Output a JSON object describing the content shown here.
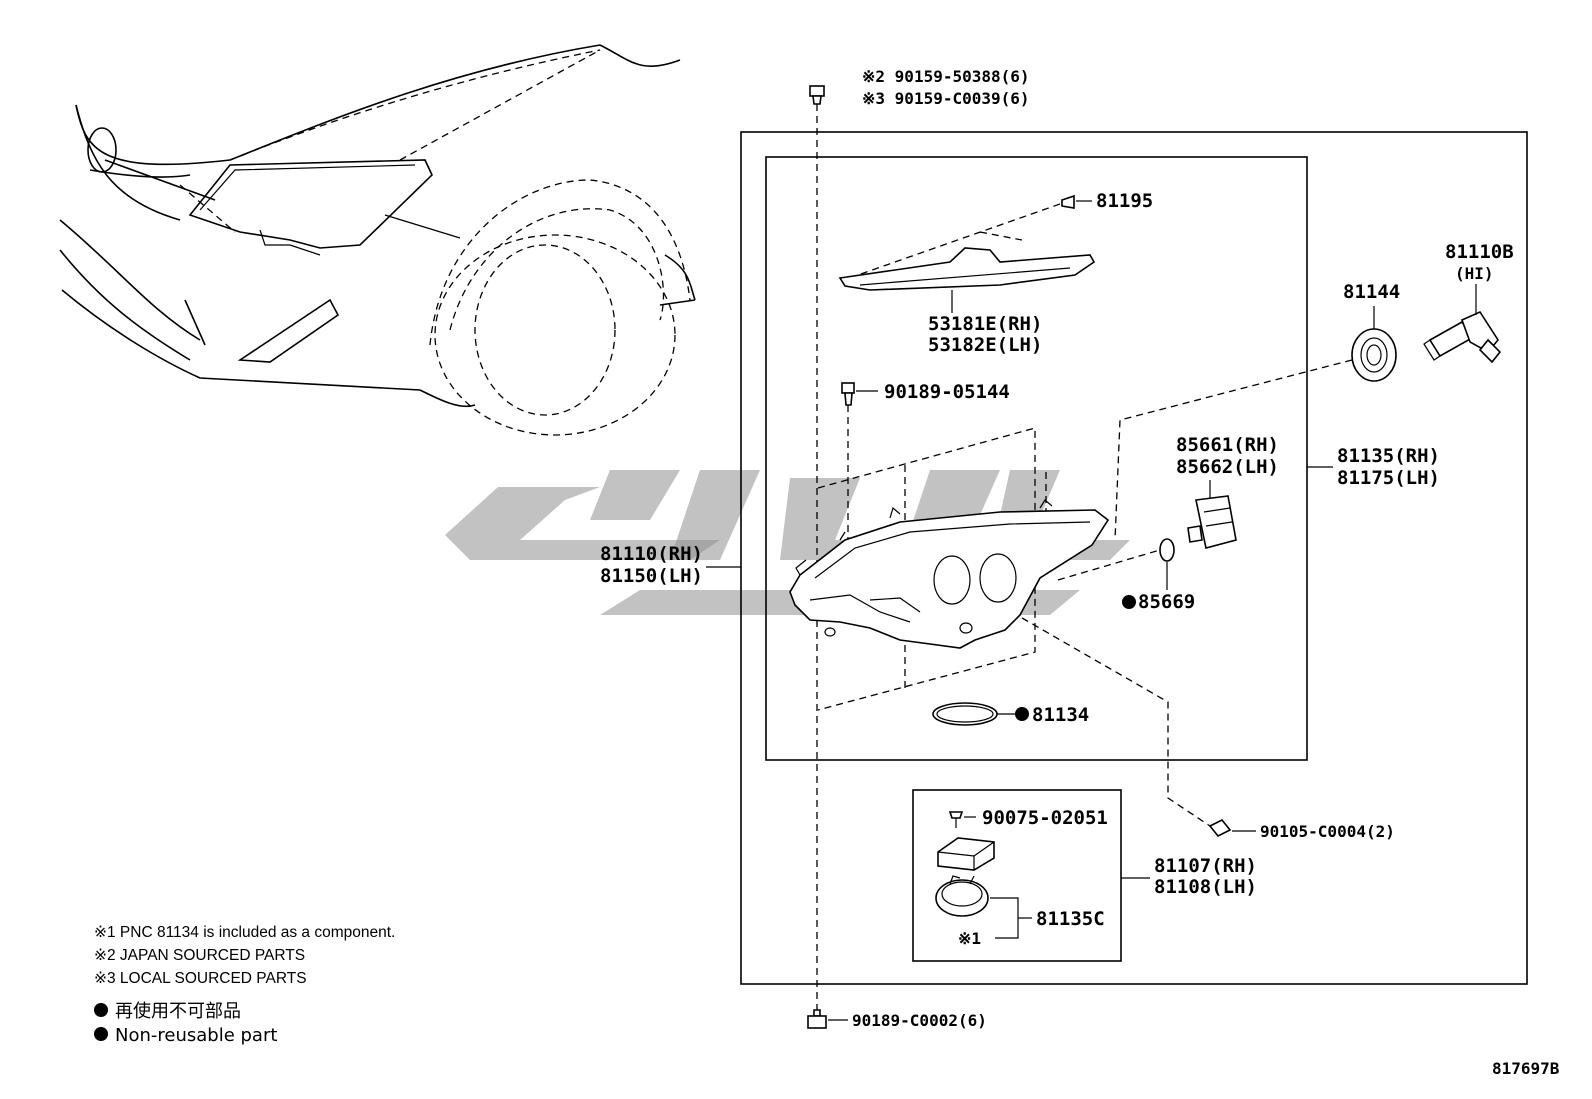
{
  "parts": {
    "bolt_top_jp": "※2 90159-50388(6)",
    "bolt_top_local": "※3 90159-C0039(6)",
    "clip_81195": "81195",
    "cover_rh": "53181E(RH)",
    "cover_lh": "53182E(LH)",
    "screw_90189": "90189-05144",
    "bulb": "81110B",
    "bulb_sub": "(HI)",
    "cap_81144": "81144",
    "motor_rh": "85661(RH)",
    "motor_lh": "85662(LH)",
    "unit_rh": "81135(RH)",
    "unit_lh": "81175(LH)",
    "assy_rh": "81110(RH)",
    "assy_lh": "81150(LH)",
    "oring": "85669",
    "gasket": "81134",
    "screw_90075": "90075-02051",
    "screw_90105": "90105-C0004(2)",
    "comp_rh": "81107(RH)",
    "comp_lh": "81108(LH)",
    "socket": "81135C",
    "socket_note": "※1",
    "bolt_bottom": "90189-C0002(6)"
  },
  "notes": [
    "※1 PNC 81134 is included as a component.",
    "※2 JAPAN SOURCED PARTS",
    "※3 LOCAL SOURCED PARTS"
  ],
  "legend": {
    "jp": "再使用不可部品",
    "en": "Non-reusable part"
  },
  "figure_id": "817697B"
}
